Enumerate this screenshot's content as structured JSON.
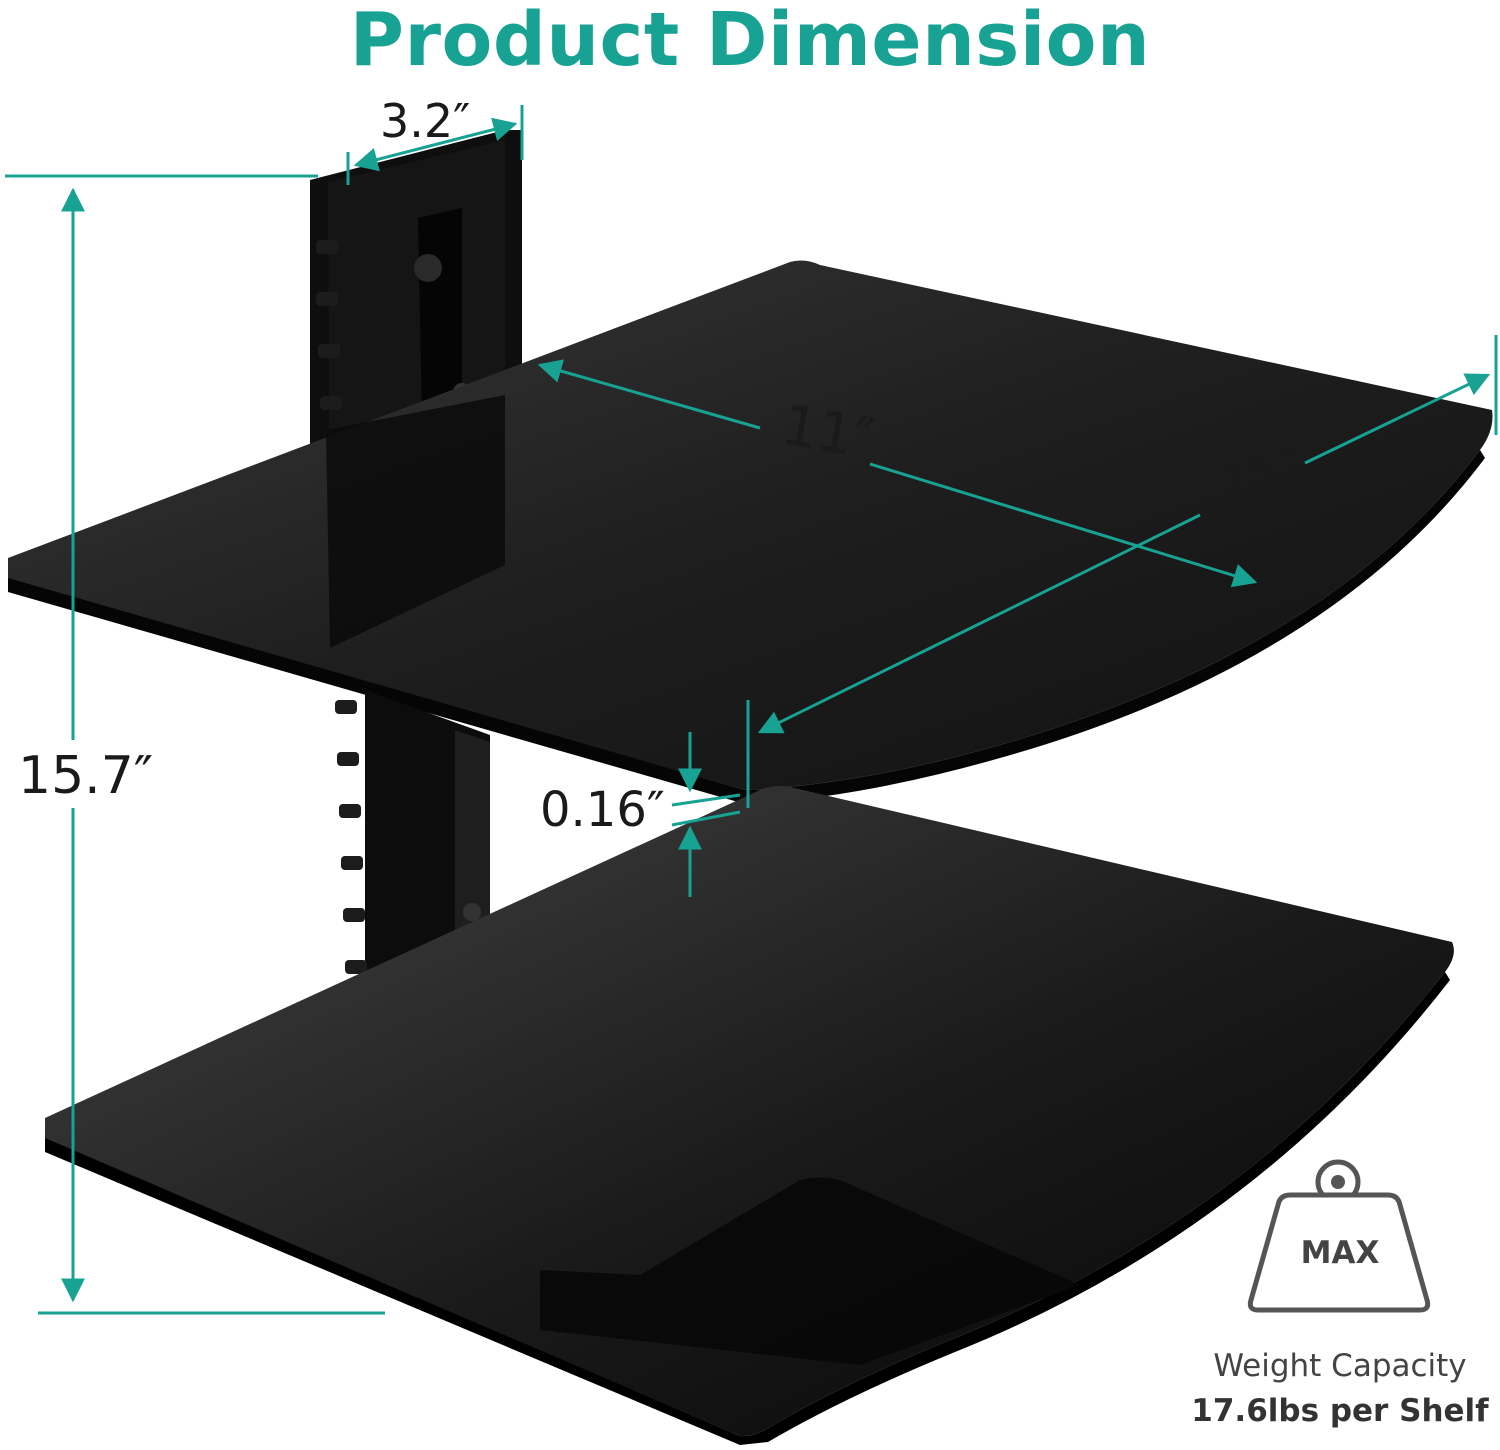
{
  "title": "Product Dimension",
  "dimensions": {
    "bracket_width": "3.2″",
    "shelf_depth": "11″",
    "shelf_width": "15″",
    "total_height": "15.7″",
    "glass_thickness": "0.16″"
  },
  "weight_badge": {
    "label": "MAX",
    "caption": "Weight Capacity",
    "value": "17.6lbs per Shelf"
  },
  "colors": {
    "accent": "#17a293",
    "glass": "#1b1b1b",
    "bracket": "#0d0d0d"
  }
}
